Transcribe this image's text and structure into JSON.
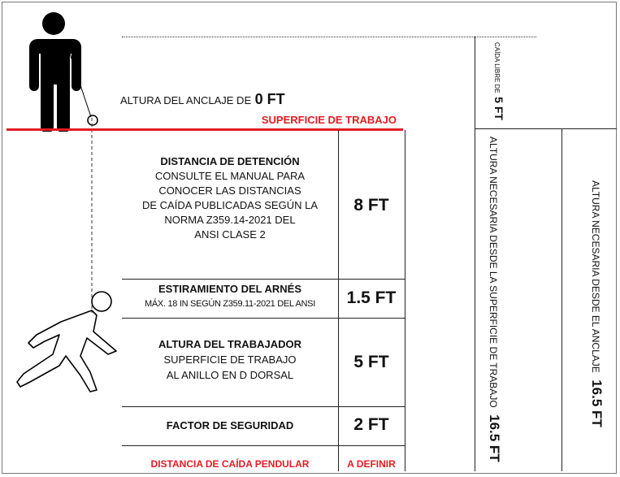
{
  "anchor": {
    "label": "ALTURA DEL ANCLAJE DE",
    "value": "0 FT"
  },
  "work_surface_label": "SUPERFICIE DE TRABAJO",
  "free_fall": {
    "label": "CAÍDA LIBRE DE",
    "value": "5 FT"
  },
  "rows": [
    {
      "title": "DISTANCIA DE DETENCIÓN",
      "lines": [
        "CONSULTE EL MANUAL PARA",
        "CONOCER LAS DISTANCIAS",
        "DE CAÍDA PUBLICADAS SEGÚN LA",
        "NORMA Z359.14-2021 DEL",
        "ANSI CLASE 2"
      ],
      "value": "8 FT"
    },
    {
      "title": "ESTIRAMIENTO DEL ARNÉS",
      "lines": [
        "MÁX. 18 IN SEGÚN Z359.11-2021 DEL ANSI"
      ],
      "value": "1.5 FT"
    },
    {
      "title": "ALTURA DEL TRABAJADOR",
      "lines": [
        "SUPERFICIE DE TRABAJO",
        "AL ANILLO EN D DORSAL"
      ],
      "value": "5 FT"
    },
    {
      "title": "FACTOR DE SEGURIDAD",
      "lines": [],
      "value": "2 FT"
    },
    {
      "title": "DISTANCIA DE CAÍDA PENDULAR",
      "lines": [],
      "value": "A DEFINIR"
    }
  ],
  "required_from_surface": {
    "label": "ALTURA NECESARIA DESDE LA SUPERFICIE DE TRABAJO",
    "value": "16.5 FT"
  },
  "required_from_anchor": {
    "label": "ALTURA NECESARIA DESDE EL ANCLAJE",
    "value": "16.5 FT"
  },
  "colors": {
    "accent_red": "#e41b23",
    "line": "#222222"
  }
}
